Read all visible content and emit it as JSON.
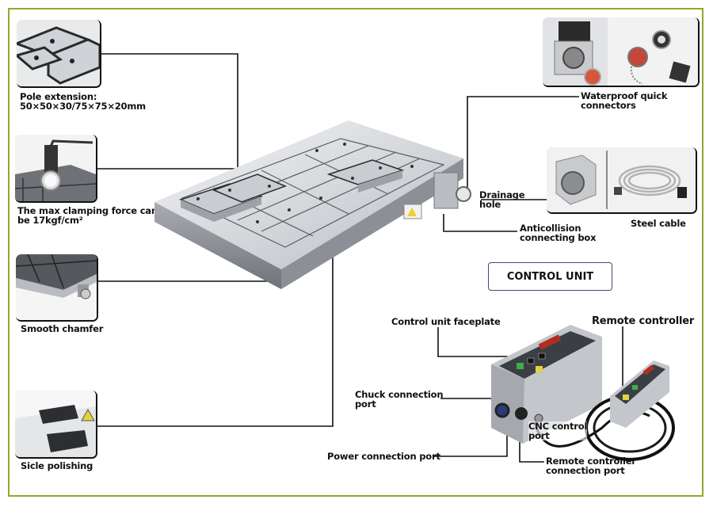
{
  "frame": {
    "border_color": "#8fa82e"
  },
  "features_left": [
    {
      "id": "pole-extension",
      "label": "Pole extension:\n50×50×30/75×75×20mm"
    },
    {
      "id": "clamping-force",
      "label": "The max clamping force can\nbe 17kgf/cm²"
    },
    {
      "id": "smooth-chamfer",
      "label": "Smooth chamfer"
    },
    {
      "id": "sicle-polishing",
      "label": "Sicle polishing"
    }
  ],
  "features_right": {
    "waterproof": "Waterproof quick\nconnectors",
    "drainage": "Drainage\n hole",
    "anticollision": "Anticollision\nconnecting box",
    "steel_cable": "Steel cable"
  },
  "control_unit": {
    "title": "CONTROL UNIT",
    "faceplate": "Control unit faceplate",
    "remote": "Remote controller",
    "chuck_port": "Chuck connection\nport",
    "cnc_port": "CNC control\n port",
    "power_port": "Power connection port",
    "remote_port": "Remote controller\nconnection port"
  }
}
